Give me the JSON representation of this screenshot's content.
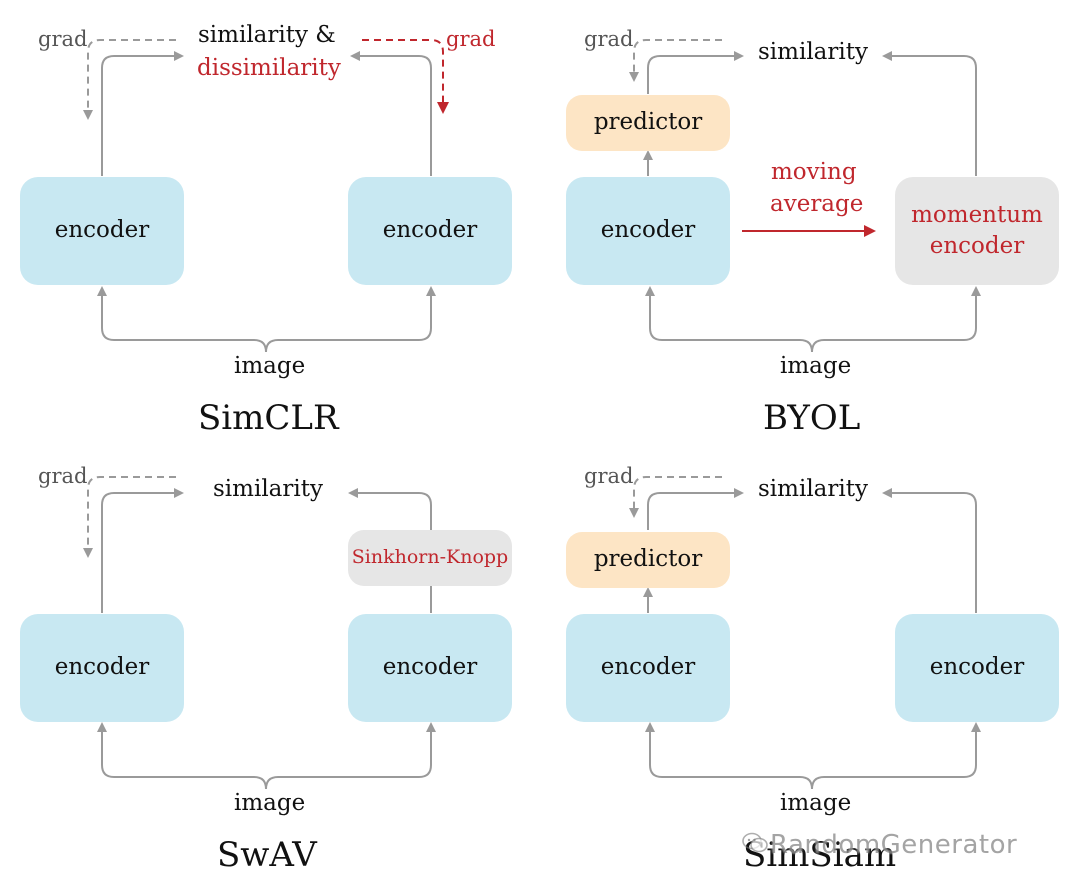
{
  "simclr": {
    "title": "SimCLR",
    "top_line1": "similarity &",
    "top_line2": "dissimilarity",
    "grad_left": "grad",
    "grad_right": "grad",
    "encoder_left": "encoder",
    "encoder_right": "encoder",
    "image": "image"
  },
  "byol": {
    "title": "BYOL",
    "top": "similarity",
    "grad": "grad",
    "predictor": "predictor",
    "encoder": "encoder",
    "moving_line1": "moving",
    "moving_line2": "average",
    "momentum_line1": "momentum",
    "momentum_line2": "encoder",
    "image": "image"
  },
  "swav": {
    "title": "SwAV",
    "top": "similarity",
    "grad": "grad",
    "sinkhorn": "Sinkhorn-Knopp",
    "encoder_left": "encoder",
    "encoder_right": "encoder",
    "image": "image"
  },
  "simsiam": {
    "title": "SimSiam",
    "top": "similarity",
    "grad": "grad",
    "predictor": "predictor",
    "encoder_left": "encoder",
    "encoder_right": "encoder",
    "image": "image"
  },
  "watermark": "RandomGenerator",
  "colors": {
    "encoder_fill": "#c8e8f2",
    "predictor_fill": "#fde5c5",
    "momentum_fill": "#e6e6e6",
    "accent_red": "#c0272d",
    "arrow_gray": "#9a9a9a"
  }
}
